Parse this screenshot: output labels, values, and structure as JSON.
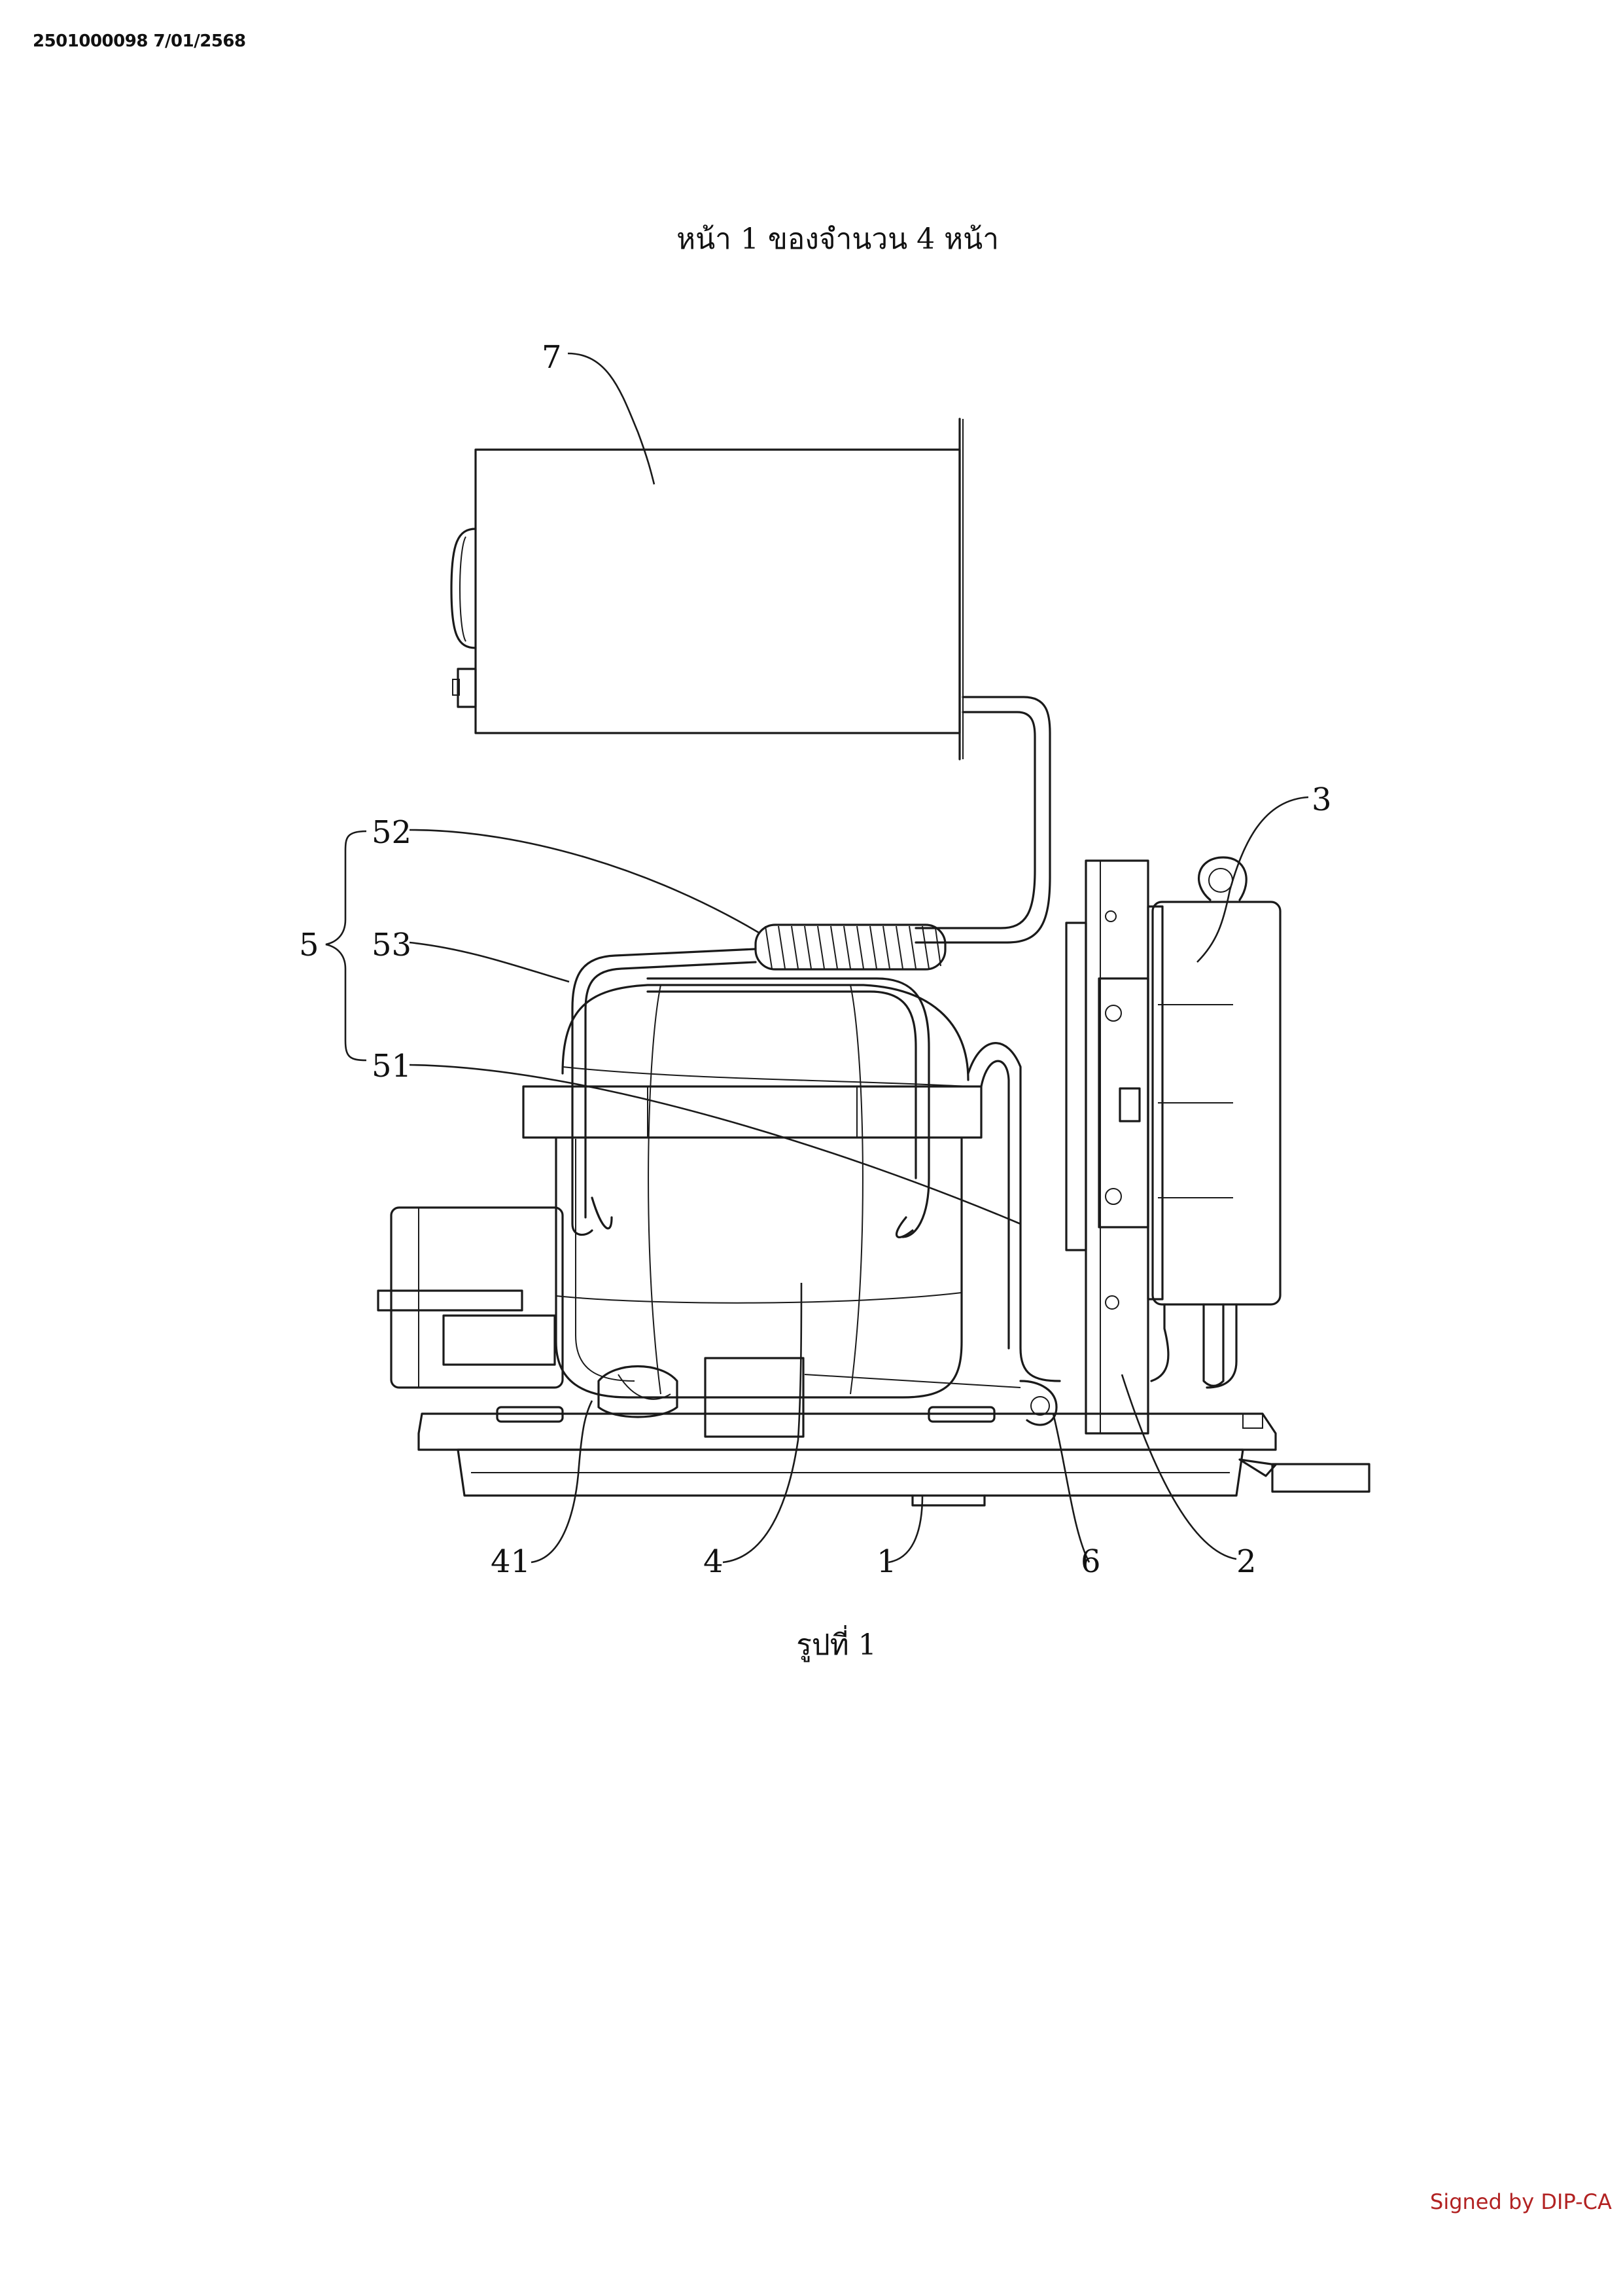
{
  "header": {
    "document_id": "2501000098 7/01/2568"
  },
  "page": {
    "page_number_text": "หน้า 1 ของจำนวน 4 หน้า"
  },
  "figure": {
    "caption": "รูปที่ 1",
    "reference_numerals": [
      "7",
      "3",
      "52",
      "5",
      "53",
      "51",
      "41",
      "4",
      "1",
      "6",
      "2"
    ]
  },
  "footer": {
    "signature": "Signed by DIP-CA",
    "signature_color": "#b22222"
  }
}
